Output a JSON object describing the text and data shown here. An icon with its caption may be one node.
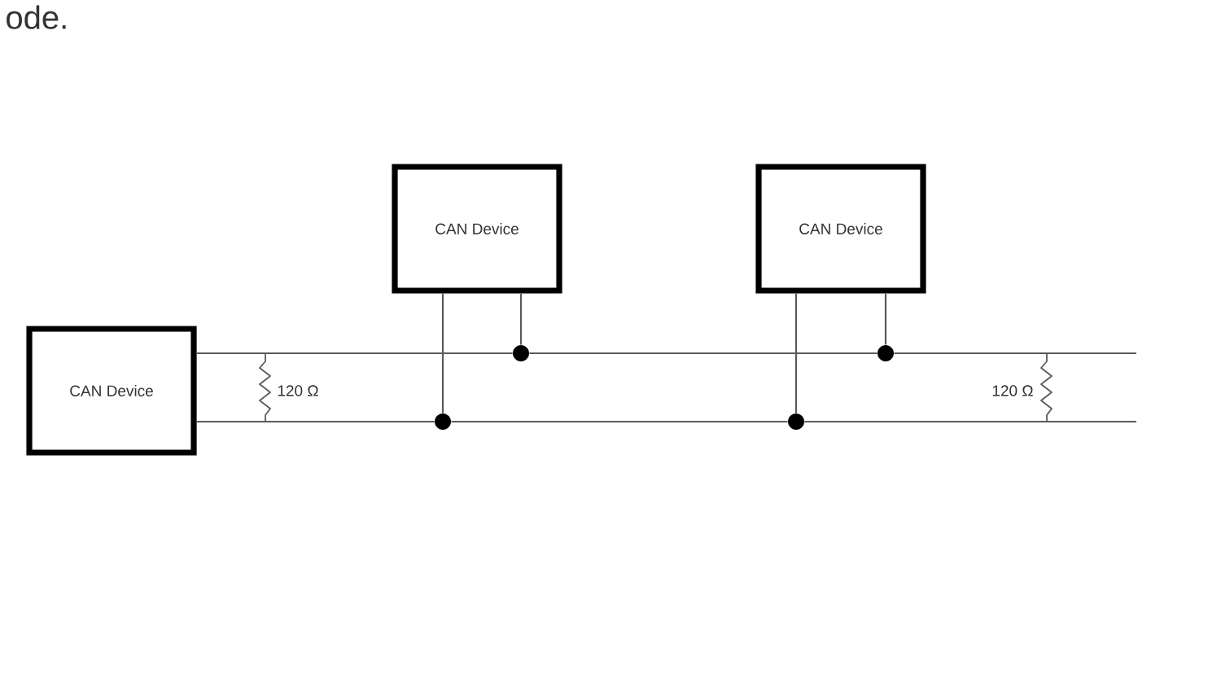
{
  "diagram": {
    "nodes": [
      {
        "text": [
          "CAN Device"
        ]
      },
      {
        "text": [
          "CAN Device"
        ]
      },
      {
        "text": [
          "CAN Device"
        ]
      },
      {
        "text": [],
        "shape": "circle"
      },
      {
        "text": [],
        "shape": "circle"
      },
      {
        "text": [],
        "shape": "circle"
      },
      {
        "text": [],
        "shape": "circle"
      }
    ],
    "edges": [
      {
        "from": 1,
        "to": 4,
        "arrow": "none"
      },
      {
        "from": 1,
        "to": 3,
        "arrow": "none"
      },
      {
        "from": 2,
        "to": 6,
        "arrow": "none"
      },
      {
        "from": 2,
        "to": 5,
        "arrow": "none"
      },
      {
        "from": 0,
        "to": 3,
        "arrow": "none"
      },
      {
        "from": 3,
        "to": 5,
        "arrow": "none"
      },
      {
        "from": 5,
        "to": null,
        "arrow": "none"
      },
      {
        "from": 0,
        "to": 4,
        "arrow": "none"
      },
      {
        "from": 4,
        "to": 6,
        "arrow": "none"
      },
      {
        "from": 6,
        "to": null,
        "arrow": "none"
      }
    ],
    "labels": [
      "ode.",
      "120 Ω",
      "120 Ω"
    ]
  }
}
